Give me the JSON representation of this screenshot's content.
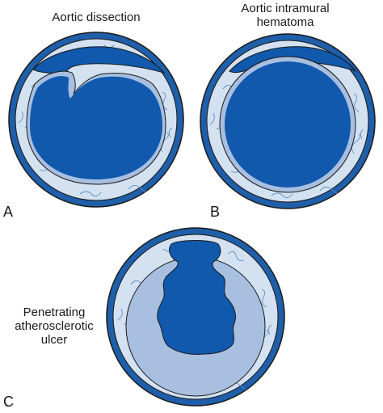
{
  "panels": [
    {
      "letter": "A",
      "title": "Aortic dissection"
    },
    {
      "letter": "B",
      "title_line1": "Aortic intramural",
      "title_line2": "hematoma"
    },
    {
      "letter": "C",
      "side_line1": "Penetrating",
      "side_line2": "atherosclerotic",
      "side_line3": "ulcer"
    }
  ],
  "colors": {
    "adventitia": "#1f5ea8",
    "media": "#d3e1f0",
    "intima": "#a8bfe0",
    "lumen": "#1059ad",
    "outline": "#1a1a1a",
    "fibers": "#5b8fc9"
  }
}
